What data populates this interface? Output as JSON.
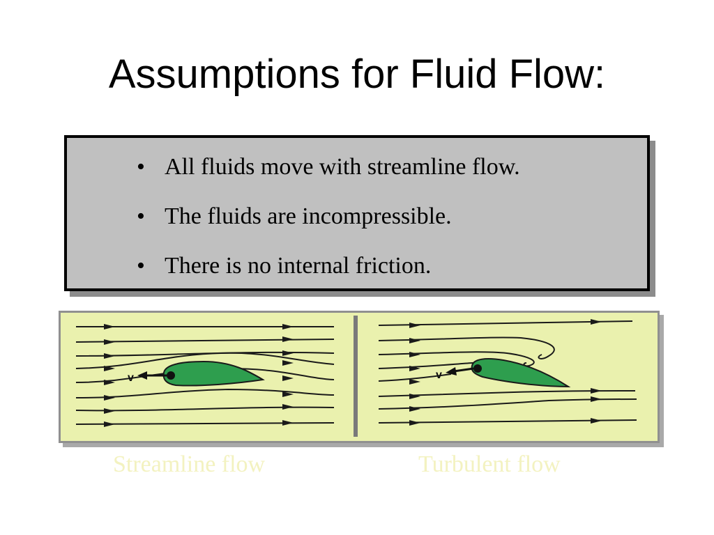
{
  "slide": {
    "title": "Assumptions for Fluid Flow:"
  },
  "bullets": [
    "All fluids move with streamline flow.",
    "The fluids are incompressible.",
    "There is no internal friction."
  ],
  "bullet_symbol": "•",
  "diagram": {
    "left_panel": {
      "velocity_label": "v",
      "caption": "Streamline flow"
    },
    "right_panel": {
      "velocity_label": "v",
      "caption": "Turbulent flow"
    }
  },
  "colors": {
    "panel_background": "#eaf1ae",
    "airfoil_fill": "#2e9e4e",
    "caption_text": "#f3f2c0",
    "bullet_box_fill": "#c0c0c0"
  }
}
